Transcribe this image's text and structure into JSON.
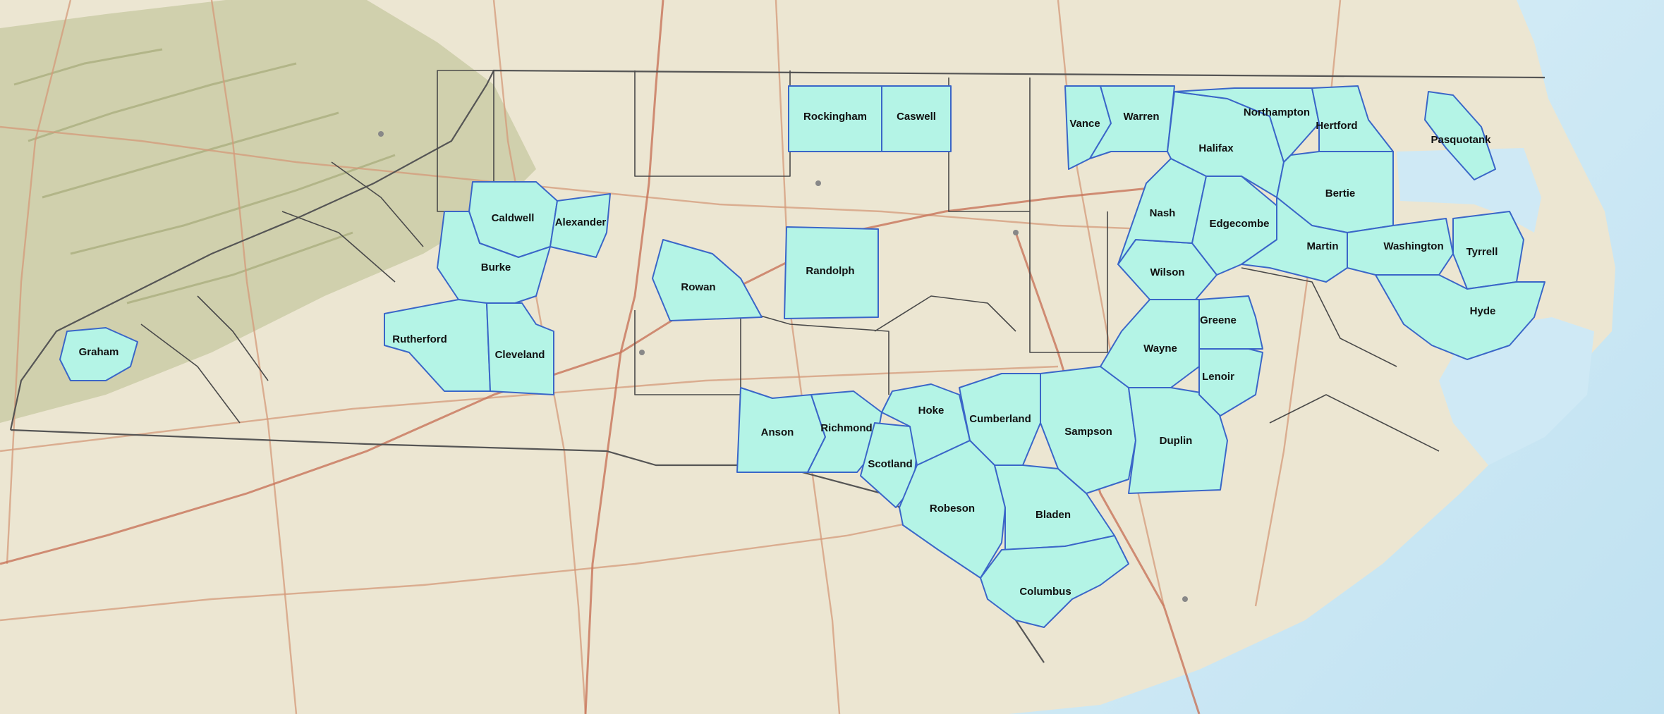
{
  "map": {
    "colors": {
      "highlight_fill": "#b4f4e6",
      "highlight_stroke": "#3a66c8",
      "land": "#ece6d2",
      "water": "#cfe9f5",
      "road": "#d49a7a",
      "mountains": "#b9bd8e"
    },
    "highlighted_counties": [
      {
        "id": "graham",
        "name": "Graham"
      },
      {
        "id": "caldwell",
        "name": "Caldwell"
      },
      {
        "id": "alexander",
        "name": "Alexander"
      },
      {
        "id": "burke",
        "name": "Burke"
      },
      {
        "id": "rutherford",
        "name": "Rutherford"
      },
      {
        "id": "cleveland",
        "name": "Cleveland"
      },
      {
        "id": "rowan",
        "name": "Rowan"
      },
      {
        "id": "rockingham",
        "name": "Rockingham"
      },
      {
        "id": "caswell",
        "name": "Caswell"
      },
      {
        "id": "randolph",
        "name": "Randolph"
      },
      {
        "id": "anson",
        "name": "Anson"
      },
      {
        "id": "richmond",
        "name": "Richmond"
      },
      {
        "id": "scotland",
        "name": "Scotland"
      },
      {
        "id": "hoke",
        "name": "Hoke"
      },
      {
        "id": "cumberland",
        "name": "Cumberland"
      },
      {
        "id": "robeson",
        "name": "Robeson"
      },
      {
        "id": "bladen",
        "name": "Bladen"
      },
      {
        "id": "columbus",
        "name": "Columbus"
      },
      {
        "id": "sampson",
        "name": "Sampson"
      },
      {
        "id": "duplin",
        "name": "Duplin"
      },
      {
        "id": "wayne",
        "name": "Wayne"
      },
      {
        "id": "lenoir",
        "name": "Lenoir"
      },
      {
        "id": "greene",
        "name": "Greene"
      },
      {
        "id": "wilson",
        "name": "Wilson"
      },
      {
        "id": "nash",
        "name": "Nash"
      },
      {
        "id": "edgecombe",
        "name": "Edgecombe"
      },
      {
        "id": "vance",
        "name": "Vance"
      },
      {
        "id": "warren",
        "name": "Warren"
      },
      {
        "id": "halifax",
        "name": "Halifax"
      },
      {
        "id": "northampton",
        "name": "Northampton"
      },
      {
        "id": "hertford",
        "name": "Hertford"
      },
      {
        "id": "bertie",
        "name": "Bertie"
      },
      {
        "id": "martin",
        "name": "Martin"
      },
      {
        "id": "washington",
        "name": "Washington"
      },
      {
        "id": "tyrrell",
        "name": "Tyrrell"
      },
      {
        "id": "hyde",
        "name": "Hyde"
      },
      {
        "id": "pasquotank",
        "name": "Pasquotank"
      }
    ]
  }
}
